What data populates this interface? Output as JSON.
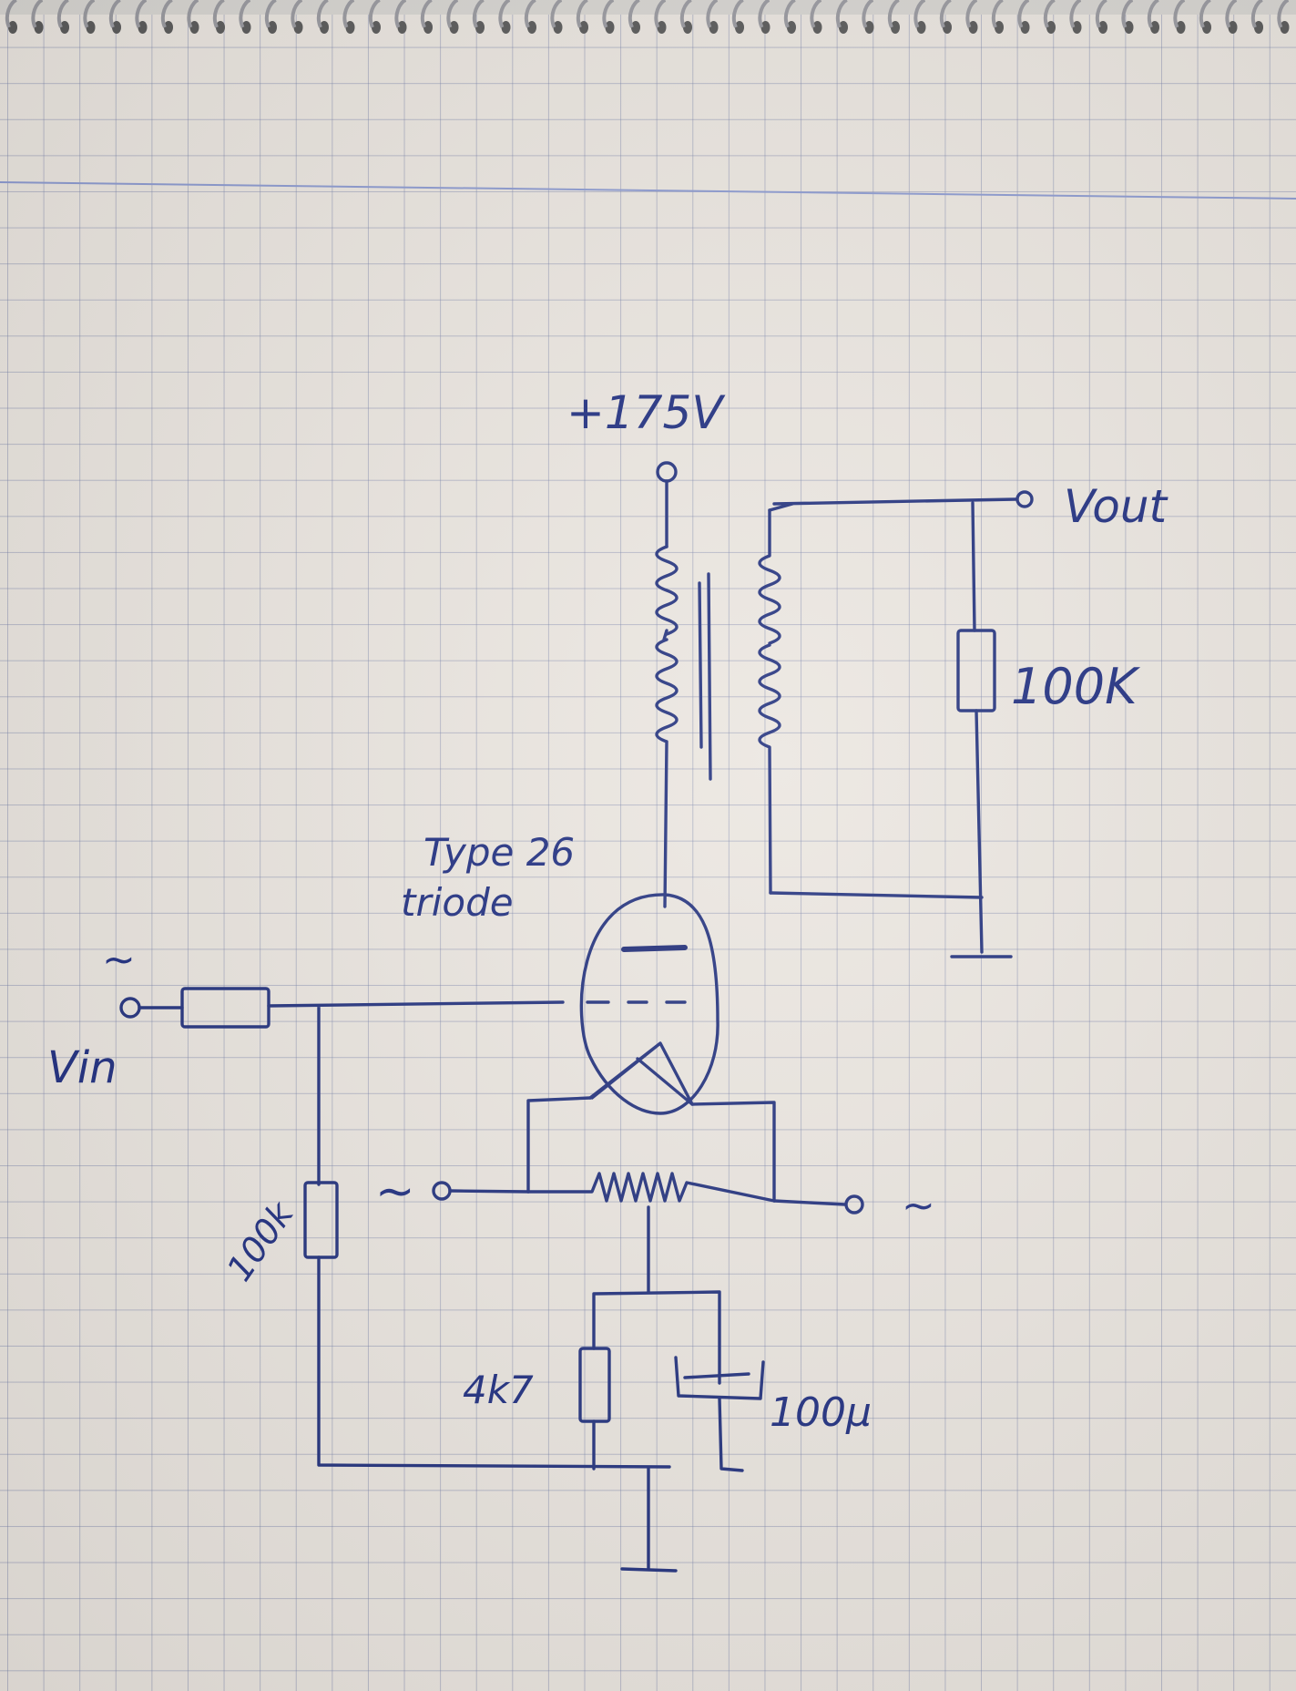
{
  "colors": {
    "ink": "#23327e",
    "paper": "#ebe6e0",
    "grid": "#7882aa"
  },
  "labels": {
    "supply": "+175V",
    "output": "Vout",
    "output_resistor": "100K",
    "tube": "Type 26",
    "tube_kind": "triode",
    "input_signal": "~",
    "input": "Vin",
    "grid_pot": "100k",
    "filament_left": "~",
    "filament_right": "~",
    "cathode_resistor": "4k7",
    "cathode_capacitor": "100µ"
  }
}
